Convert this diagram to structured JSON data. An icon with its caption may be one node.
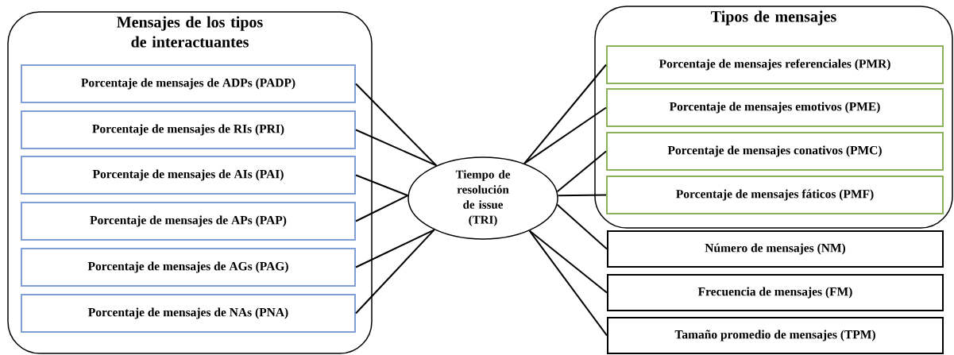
{
  "diagram": {
    "nodes": [
      {
        "text": [
          "Mensajes de los tipos de interactuantes"
        ]
      },
      {
        "text": [
          "Porcentaje de mensajes de ADPs (PADP)"
        ],
        "in": 0
      },
      {
        "text": [
          "Porcentaje de mensajes de RIs (PRI)"
        ],
        "in": 0
      },
      {
        "text": [
          "Porcentaje de mensajes de AIs (PAI)"
        ],
        "in": 0
      },
      {
        "text": [
          "Porcentaje de mensajes de APs (PAP)"
        ],
        "in": 0
      },
      {
        "text": [
          "Porcentaje de mensajes de AGs (PAG)"
        ],
        "in": 0
      },
      {
        "text": [
          "Porcentaje de mensajes de NAs (PNA)"
        ],
        "in": 0
      },
      {
        "text": [
          "Tiempo de resolución de issue (TRI)"
        ]
      },
      {
        "text": [
          "Tipos de mensajes"
        ]
      },
      {
        "text": [
          "Porcentaje de mensajes referenciales (PMR)"
        ],
        "in": 8
      },
      {
        "text": [
          "Porcentaje de mensajes emotivos (PME)"
        ],
        "in": 8
      },
      {
        "text": [
          "Porcentaje de mensajes conativos (PMC)"
        ],
        "in": 8
      },
      {
        "text": [
          "Porcentaje de mensajes fáticos (PMF)"
        ],
        "in": 8
      },
      {
        "text": [
          "Número de mensajes (NM)"
        ]
      },
      {
        "text": [
          "Frecuencia de mensajes (FM)"
        ]
      },
      {
        "text": [
          "Tamaño promedio de mensajes (TPM)"
        ]
      }
    ],
    "edges": [
      {
        "from": 1,
        "to": 7,
        "arrow": "none"
      },
      {
        "from": 2,
        "to": 7,
        "arrow": "none"
      },
      {
        "from": 3,
        "to": 7,
        "arrow": "none"
      },
      {
        "from": 4,
        "to": 7,
        "arrow": "none"
      },
      {
        "from": 5,
        "to": 7,
        "arrow": "none"
      },
      {
        "from": 6,
        "to": 7,
        "arrow": "none"
      },
      {
        "from": 9,
        "to": 7,
        "arrow": "none"
      },
      {
        "from": 10,
        "to": 7,
        "arrow": "none"
      },
      {
        "from": 11,
        "to": 7,
        "arrow": "none"
      },
      {
        "from": 12,
        "to": 7,
        "arrow": "none"
      },
      {
        "from": 13,
        "to": 7,
        "arrow": "none"
      },
      {
        "from": 14,
        "to": 7,
        "arrow": "none"
      },
      {
        "from": 15,
        "to": 7,
        "arrow": "none"
      }
    ]
  }
}
